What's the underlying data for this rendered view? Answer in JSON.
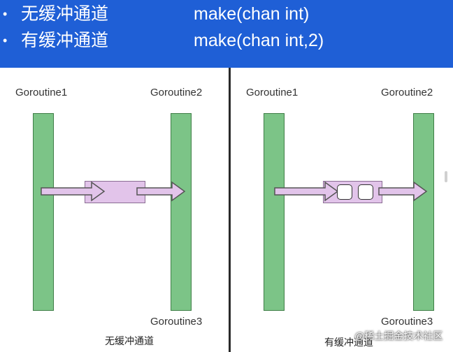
{
  "header": {
    "bullets": [
      {
        "marker": "•",
        "label": "无缓冲通道",
        "code": "make(chan int)"
      },
      {
        "marker": "•",
        "label": "有缓冲通道",
        "code": "make(chan int,2)"
      }
    ]
  },
  "left_panel": {
    "labels": {
      "top_left": "Goroutine1",
      "top_right": "Goroutine2",
      "bottom_right": "Goroutine3"
    },
    "caption": "无缓冲通道"
  },
  "right_panel": {
    "labels": {
      "top_left": "Goroutine1",
      "top_right": "Goroutine2",
      "bottom_right": "Goroutine3"
    },
    "caption": "有缓冲通道",
    "buffer_slots": 2
  },
  "watermark": "@稀土掘金技术社区",
  "colors": {
    "header": "#1f5fd6",
    "pillar": "#7cc487",
    "channel": "#e2c4ea",
    "divider": "#2a2a2a"
  }
}
